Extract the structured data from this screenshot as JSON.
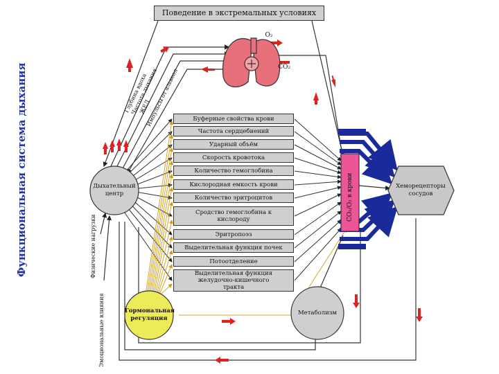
{
  "side_title": "Функциональная система дыхания",
  "top_box": "Поведение в экстремальных условиях",
  "gas_labels": {
    "o2": "O₂",
    "co2": "CO₂"
  },
  "lung_icon": "lungs-icon",
  "respiratory_center": [
    "Дыхательный",
    "центр"
  ],
  "hormonal": [
    "Гормональная",
    "регуляция"
  ],
  "metabolism": "Метаболизм",
  "chemoreceptors": [
    "Хеморецепторы",
    "сосудов"
  ],
  "blood_gas": "CO₂/O₂  в крови",
  "output_params": [
    "Глубина вдоха",
    "Частота дыхания",
    "ЖЕЛ",
    "Импульсы от альвеол"
  ],
  "input_labels": [
    "Физические нагрузки",
    "Эмоциональные влияния"
  ],
  "factors": [
    "Буферные свойства крови",
    "Частота сердцебиений",
    "Ударный объём",
    "Скорость кровотока",
    "Количество гемоглобина",
    "Кислородная емкость крови",
    "Количество эритроцитов",
    "Сродство гемоглобина к кислороду",
    "Эритропоэз",
    "Выделительная функция почек",
    "Потоотделение",
    "Выделительная функция желудочно-кишечного тракта"
  ],
  "colors": {
    "title": "#2233aa",
    "red_arrow": "#dd2222",
    "blue_channel": "#1a2a9a",
    "pink": "#ee5599",
    "yellow": "#ecec5a",
    "box_gray": "#cfcfcf"
  }
}
